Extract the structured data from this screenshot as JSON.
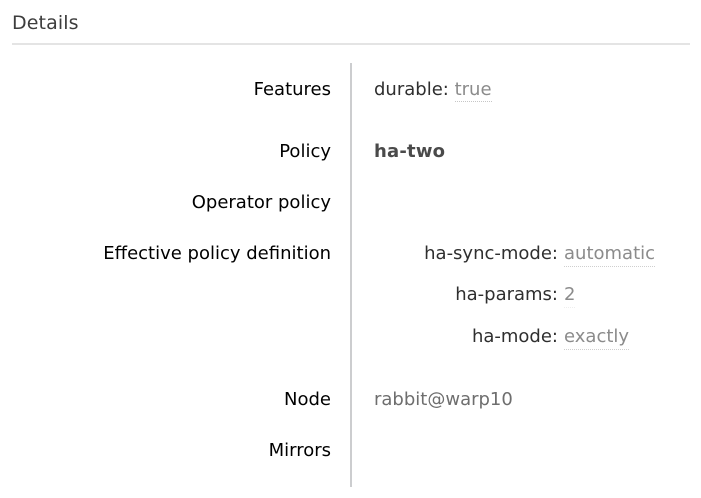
{
  "panel": {
    "title": "Details"
  },
  "rows": [
    {
      "label": "Features",
      "value_key": "durable:",
      "value_data": "true"
    },
    {
      "label": "Policy",
      "value": "ha-two"
    },
    {
      "label": "Operator policy",
      "value": ""
    },
    {
      "label": "Effective policy definition"
    },
    {
      "label": "Node",
      "value": "rabbit@warp10"
    },
    {
      "label": "Mirrors",
      "value": ""
    }
  ],
  "policy_definition": [
    {
      "key": "ha-sync-mode:",
      "value": "automatic"
    },
    {
      "key": "ha-params:",
      "value": "2"
    },
    {
      "key": "ha-mode:",
      "value": "exactly"
    }
  ],
  "colors": {
    "background": "#ffffff",
    "title_text": "#3d3d3d",
    "rule": "#e4e4e4",
    "divider": "#cccdcf",
    "label_text": "#000000",
    "value_key_text": "#2f2f2f",
    "value_data_text": "#8b8b8b",
    "policy_text": "#4a4a4a",
    "node_text": "#6e6e6e"
  }
}
